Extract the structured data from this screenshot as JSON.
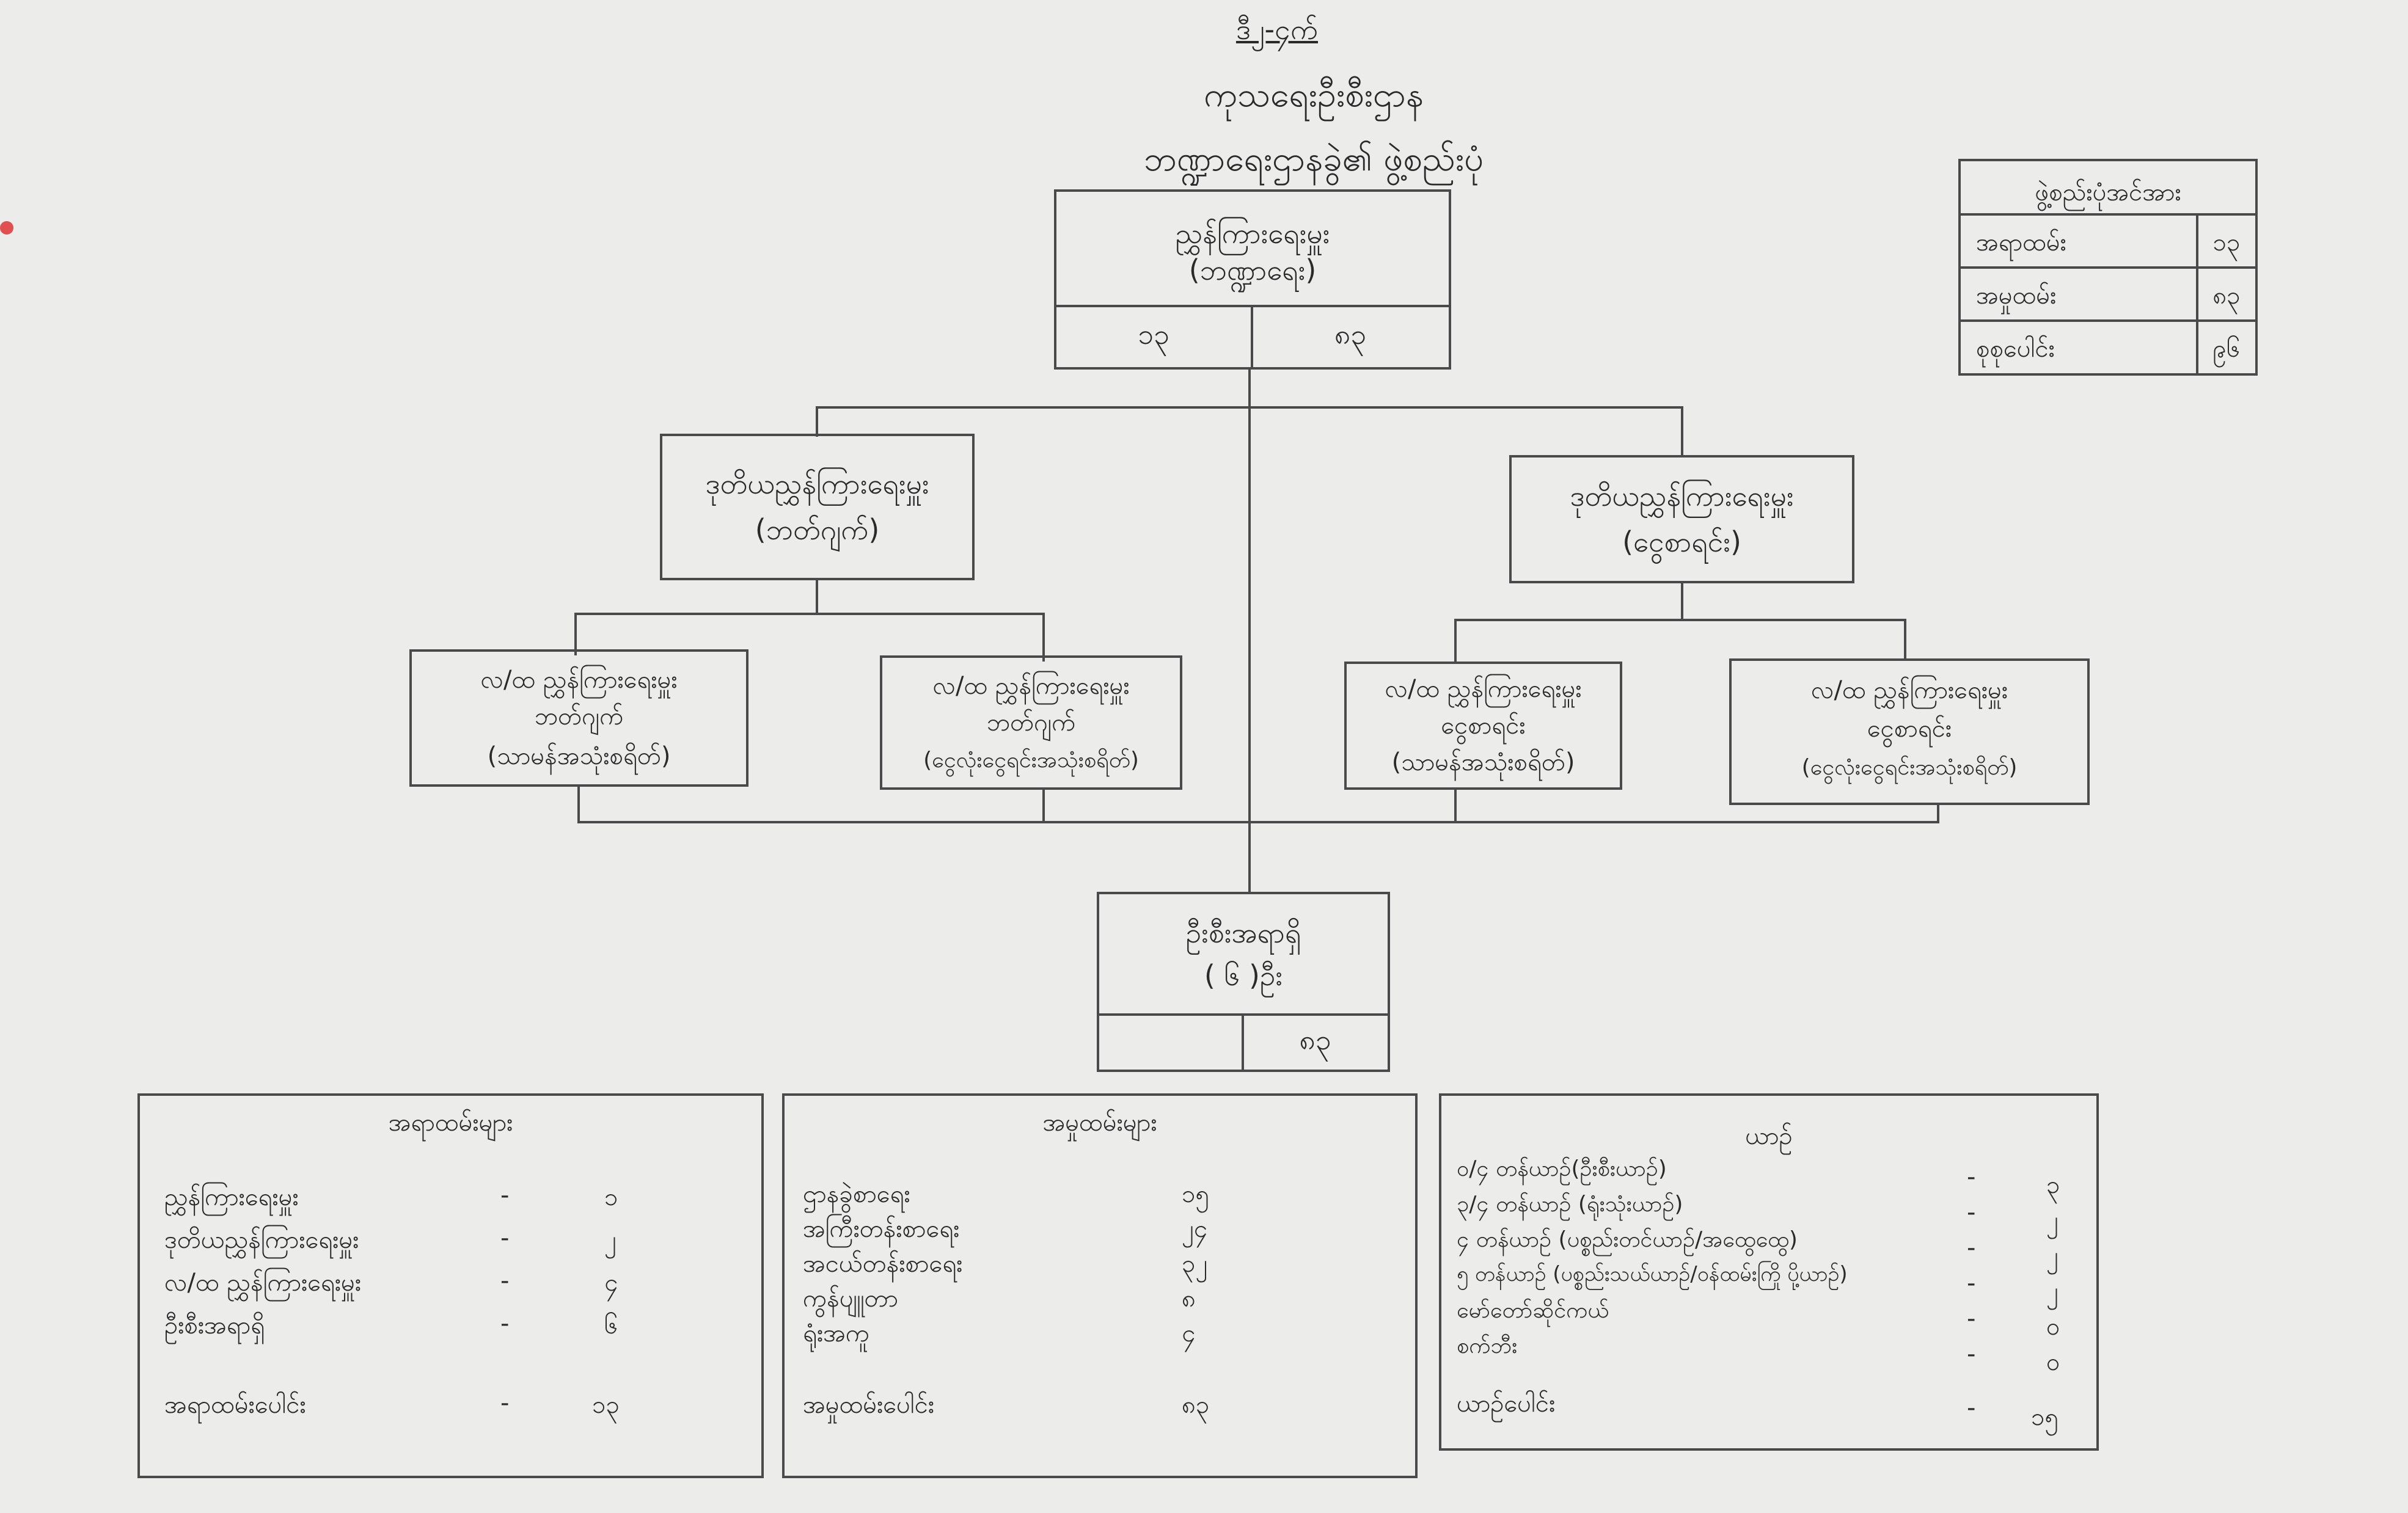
{
  "header": {
    "annex": "ဒီ၂-၄က်",
    "dept": "ကုသရေးဦးစီးဌာန",
    "chart_title": "ဘဏ္ဍာရေးဌာနခွဲ၏ ဖွဲ့စည်းပုံ"
  },
  "summary": {
    "title": "ဖွဲ့စည်းပုံအင်အား",
    "rows": [
      {
        "label": "အရာထမ်း",
        "value": "၁၃"
      },
      {
        "label": "အမှုထမ်း",
        "value": "၈၃"
      },
      {
        "label": "စုစုပေါင်း",
        "value": "၉၆"
      }
    ]
  },
  "director": {
    "title": "ညွှန်ကြားရေးမှူး",
    "sub": "(ဘဏ္ဍာရေး)",
    "left": "၁၃",
    "right": "၈၃"
  },
  "deputies": [
    {
      "title": "ဒုတိယညွှန်ကြားရေးမှူး",
      "sub": "(ဘတ်ဂျက်)"
    },
    {
      "title": "ဒုတိယညွှန်ကြားရေးမှူး",
      "sub": "(ငွေစာရင်း)"
    }
  ],
  "assistants": [
    {
      "title": "လ/ထ ညွှန်ကြားရေးမှူး",
      "line2": "ဘတ်ဂျက်",
      "sub": "(သာမန်အသုံးစရိတ်)"
    },
    {
      "title": "လ/ထ ညွှန်ကြားရေးမှူး",
      "line2": "ဘတ်ဂျက်",
      "sub": "(ငွေလုံးငွေရင်းအသုံးစရိတ်)"
    },
    {
      "title": "လ/ထ ညွှန်ကြားရေးမှူး",
      "line2": "ငွေစာရင်း",
      "sub": "(သာမန်အသုံးစရိတ်)"
    },
    {
      "title": "လ/ထ ညွှန်ကြားရေးမှူး",
      "line2": "ငွေစာရင်း",
      "sub": "(ငွေလုံးငွေရင်းအသုံးစရိတ်)"
    }
  ],
  "head_clerk": {
    "title": "ဦးစီးအရာရှိ",
    "count": "( ၆ )ဦး",
    "left": "",
    "right": "၈၃"
  },
  "officers": {
    "title": "အရာထမ်းများ",
    "rows": [
      {
        "label": "ညွှန်ကြားရေးမှူး",
        "dash": "-",
        "value": "၁"
      },
      {
        "label": "ဒုတိယညွှန်ကြားရေးမှူး",
        "dash": "-",
        "value": "၂"
      },
      {
        "label": "လ/ထ ညွှန်ကြားရေးမှူး",
        "dash": "-",
        "value": "၄"
      },
      {
        "label": "ဦးစီးအရာရှိ",
        "dash": "-",
        "value": "၆"
      }
    ],
    "total_label": "အရာထမ်းပေါင်း",
    "total_dash": "-",
    "total_value": "၁၃"
  },
  "staff": {
    "title": "အမှုထမ်းများ",
    "rows": [
      {
        "label": "ဌာနခွဲစာရေး",
        "value": "၁၅"
      },
      {
        "label": "အကြီးတန်းစာရေး",
        "value": "၂၄"
      },
      {
        "label": "အငယ်တန်းစာရေး",
        "value": "၃၂"
      },
      {
        "label": "ကွန်ပျူတာ",
        "value": "၈"
      },
      {
        "label": "ရုံးအကူ",
        "value": "၄"
      }
    ],
    "total_label": "အမှုထမ်းပေါင်း",
    "total_value": "၈၃"
  },
  "vehicles": {
    "title": "ယာဉ်",
    "rows": [
      {
        "label": "၀/၄ တန်ယာဉ်(ဦးစီးယာဉ်)",
        "dash": "-",
        "value": "၃"
      },
      {
        "label": "၃/၄ တန်ယာဉ် (ရုံးသုံးယာဉ်)",
        "dash": "-",
        "value": "၂"
      },
      {
        "label": "၄ တန်ယာဉ် (ပစ္စည်းတင်ယာဉ်/အထွေထွေ)",
        "dash": "-",
        "value": "၂"
      },
      {
        "label": "၅ တန်ယာဉ် (ပစ္စည်းသယ်ယာဉ်/ဝန်ထမ်းကြို ပို့ယာဉ်)",
        "dash": "-",
        "value": "၂"
      },
      {
        "label": "မော်တော်ဆိုင်ကယ်",
        "dash": "-",
        "value": "၀"
      },
      {
        "label": "စက်ဘီး",
        "dash": "-",
        "value": "၀"
      }
    ],
    "total_label": "ယာဉ်ပေါင်း",
    "total_dash": "-",
    "total_value": "၁၅"
  }
}
